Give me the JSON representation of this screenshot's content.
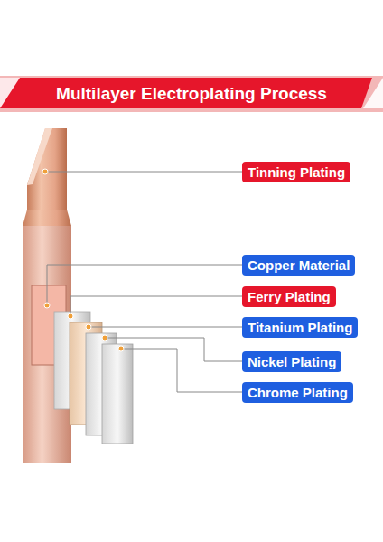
{
  "diagram": {
    "title": "Multilayer Electroplating Process",
    "nodes": [
      {
        "text": [
          "Tinning Plating"
        ]
      },
      {
        "text": [
          "Copper Material"
        ]
      },
      {
        "text": [
          "Ferry Plating"
        ]
      },
      {
        "text": [
          "Titanium Plating"
        ]
      },
      {
        "text": [
          "Nickel Plating"
        ]
      },
      {
        "text": [
          "Chrome Plating"
        ]
      }
    ]
  }
}
